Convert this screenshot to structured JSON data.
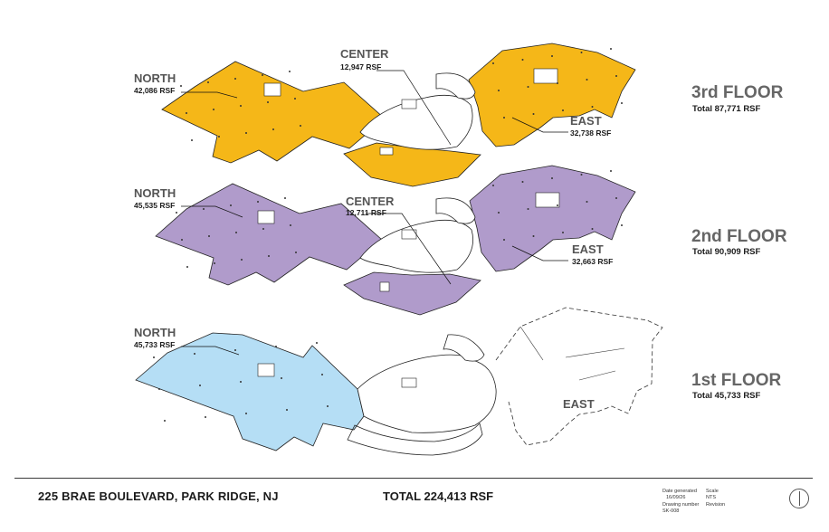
{
  "floors": [
    {
      "id": "third",
      "name": "3rd FLOOR",
      "total": "Total 87,771 RSF",
      "color": "#f5b718",
      "wings": {
        "north": {
          "name": "NORTH",
          "area": "42,086 RSF"
        },
        "center": {
          "name": "CENTER",
          "area": "12,947 RSF"
        },
        "east": {
          "name": "EAST",
          "area": "32,738 RSF"
        }
      }
    },
    {
      "id": "second",
      "name": "2nd FLOOR",
      "total": "Total 90,909 RSF",
      "color": "#b09bcb",
      "wings": {
        "north": {
          "name": "NORTH",
          "area": "45,535 RSF"
        },
        "center": {
          "name": "CENTER",
          "area": "12,711 RSF"
        },
        "east": {
          "name": "EAST",
          "area": "32,663 RSF"
        }
      }
    },
    {
      "id": "first",
      "name": "1st FLOOR",
      "total": "Total 45,733 RSF",
      "color": "#b5def5",
      "wings": {
        "north": {
          "name": "NORTH",
          "area": "45,733 RSF"
        },
        "east": {
          "name": "EAST"
        }
      }
    }
  ],
  "footer": {
    "address": "225 BRAE BOULEVARD, PARK RIDGE, NJ",
    "total": "TOTAL 224,413 RSF"
  },
  "title_block": {
    "date_label": "Date generated",
    "date_value": "16/09/26",
    "scale_label": "Scale",
    "scale_value": "NTS",
    "drawing_label": "Drawing number",
    "drawing_value": "SK-008",
    "revision_label": "Revision"
  },
  "icons": {
    "north_arrow": "north-arrow-icon"
  }
}
